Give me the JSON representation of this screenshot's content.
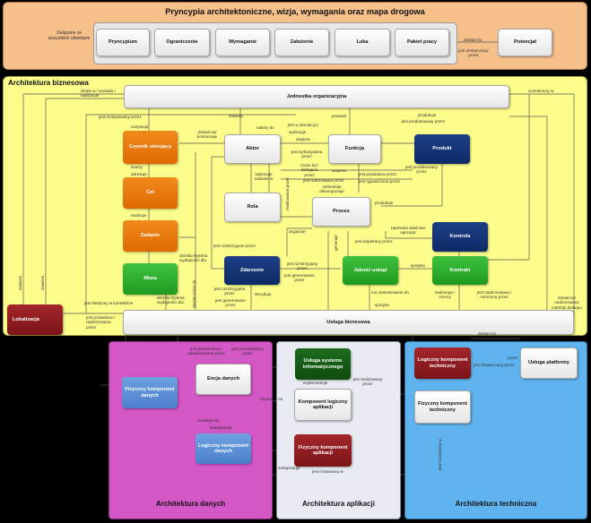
{
  "top": {
    "title": "Pryncypia architektoniczne, wizja, wymagania oraz mapa drogowa",
    "side_label": "Związane ze wszystkimi obiektami",
    "boxes": [
      "Pryncypium",
      "Ograniczenie",
      "Wymaganie",
      "Założenie",
      "Luka",
      "Pakiet pracy"
    ],
    "potencjal": "Potencjał",
    "rel_dostarcza": "dostarcza",
    "rel_dostarczany": "jest dostarczany przez"
  },
  "business": {
    "title": "Architektura biznesowa",
    "boxes": {
      "jednostka": "Jednostka organizacyjna",
      "czynnik": "Czynnik sterujący",
      "cel": "Cel",
      "zadanie": "Zadanie",
      "miara": "Miara",
      "aktor": "Aktor",
      "rola": "Rola",
      "zdarzenie": "Zdarzenie",
      "funkcja": "Funkcja",
      "proces": "Proces",
      "jakosc": "Jakość usługi",
      "produkt": "Produkt",
      "kontrola": "Kontrola",
      "kontrakt": "Kontrakt",
      "lokalizacja": "Lokalizacja",
      "usluga": "Usługa biznesowa"
    },
    "rels": {
      "zlokalizowana": "działa w / posiada i nadzoruje",
      "uczestniczy": "uczestniczy w",
      "motywowany": "jest motywowany przez",
      "motywuje": "motywuje",
      "tworzy": "tworzy",
      "adresuje": "adresuje",
      "realizuje": "realizuje",
      "okresla": "określa kryteria wydajności dla",
      "zawiera": "zawiera",
      "zawiera2": "zawiera",
      "zawiera3": "zawiera",
      "dostarczy": "dostarcza/ konsumuje",
      "nalezy": "należy do",
      "interakcji": "jest w interakcji z",
      "wykonuje": "wykonuje",
      "wspiera": "wspiera",
      "posiada": "posiada",
      "produkuje": "produkuje",
      "produkowany": "jest produkowany przez",
      "wykonywana": "jest wykonywana przez",
      "wykonuje_zadanie": "wykonuje zadanie w",
      "realizowana_przez": "realizowana przez",
      "moze_byc": "może być dostępna przez",
      "wspiera2": "wspiera",
      "realizowana": "jest realizowana przez",
      "orkiestruje": "orkiestruje dekomponuje",
      "posiadana": "jest posiadana przez",
      "produkowany2": "jest produkowany przez",
      "ograniczona": "jest ograniczona przez",
      "produkuje2": "produkuje",
      "angazuje": "angażuje",
      "generuje": "generuje",
      "zapewnia": "zapewnia właściwe operacje",
      "wspierany": "jest wspierany przez",
      "rozstrzygane": "jest rozstrzygane przez",
      "rozstrzygany": "jest rozstrzygany przez",
      "generowane": "jest generowane przez",
      "rozstrzygane2": "jest rozstrzygane przez",
      "generowane2": "jest generowane przez",
      "decydujace": "decyduje",
      "zastosowanie": "ma zastosowanie do",
      "spotyka": "spotyka",
      "nadzoruje": "nadzoruje i mierzy",
      "nadzorowana": "jest nadzorowana i mierzona przez",
      "dostarcza_nadzoruje": "dostarcza nadzorowany interfejs dostępu",
      "sledzony": "jest śledzony w kontekście",
      "posiadana2": "jest posiadana i nadzorowana przez",
      "okresla2": "określa kryteria wydajności dla",
      "dostarczana": "dostarczana do",
      "spotyka2": "spotyka"
    }
  },
  "data": {
    "title": "Architektura danych",
    "boxes": {
      "fizyczny": "Fizyczny komponent danych",
      "encja": "Encja danych",
      "logiczny": "Logiczny komponent danych"
    },
    "rels": {
      "dostarczana": "jest dostarczana i aktualizowana przez",
      "przetwarzany": "jest przetwarzany przez",
      "zrealizuje": "rezaliuje się",
      "enkapsuluje": "enkapsuluje",
      "uzywa": "używa",
      "na": "na"
    }
  },
  "app": {
    "title": "Architektura aplikacji",
    "boxes": {
      "usluga_sys": "Usługa systemu informatycznego",
      "komponent": "Komponent logiczny aplikacji",
      "fizyczny": "Fizyczny komponent aplikacji"
    },
    "rels": {
      "implementuje": "implementuje",
      "realizowany": "jest realizowany przez",
      "enkapsuluje": "enkapsuluje",
      "hostowany": "jest hostowany w"
    }
  },
  "tech": {
    "title": "Architektura techniczna",
    "boxes": {
      "logiczny": "Logiczny komponent techniczny",
      "usluga_plat": "Usługa platformy",
      "fizyczny": "Fizyczny komponent techniczny"
    },
    "rels": {
      "dostarcza": "dostarcza",
      "dostarczany": "jest dostarczany przez",
      "hostowany": "jest hostowany w",
      "przez": "przez"
    }
  },
  "colors": {
    "top_panel": "#f6c08b",
    "business_panel": "#fdfd8c",
    "data_panel": "#d457c6",
    "app_panel": "#e8ecf2",
    "tech_panel": "#5fb3ee"
  }
}
